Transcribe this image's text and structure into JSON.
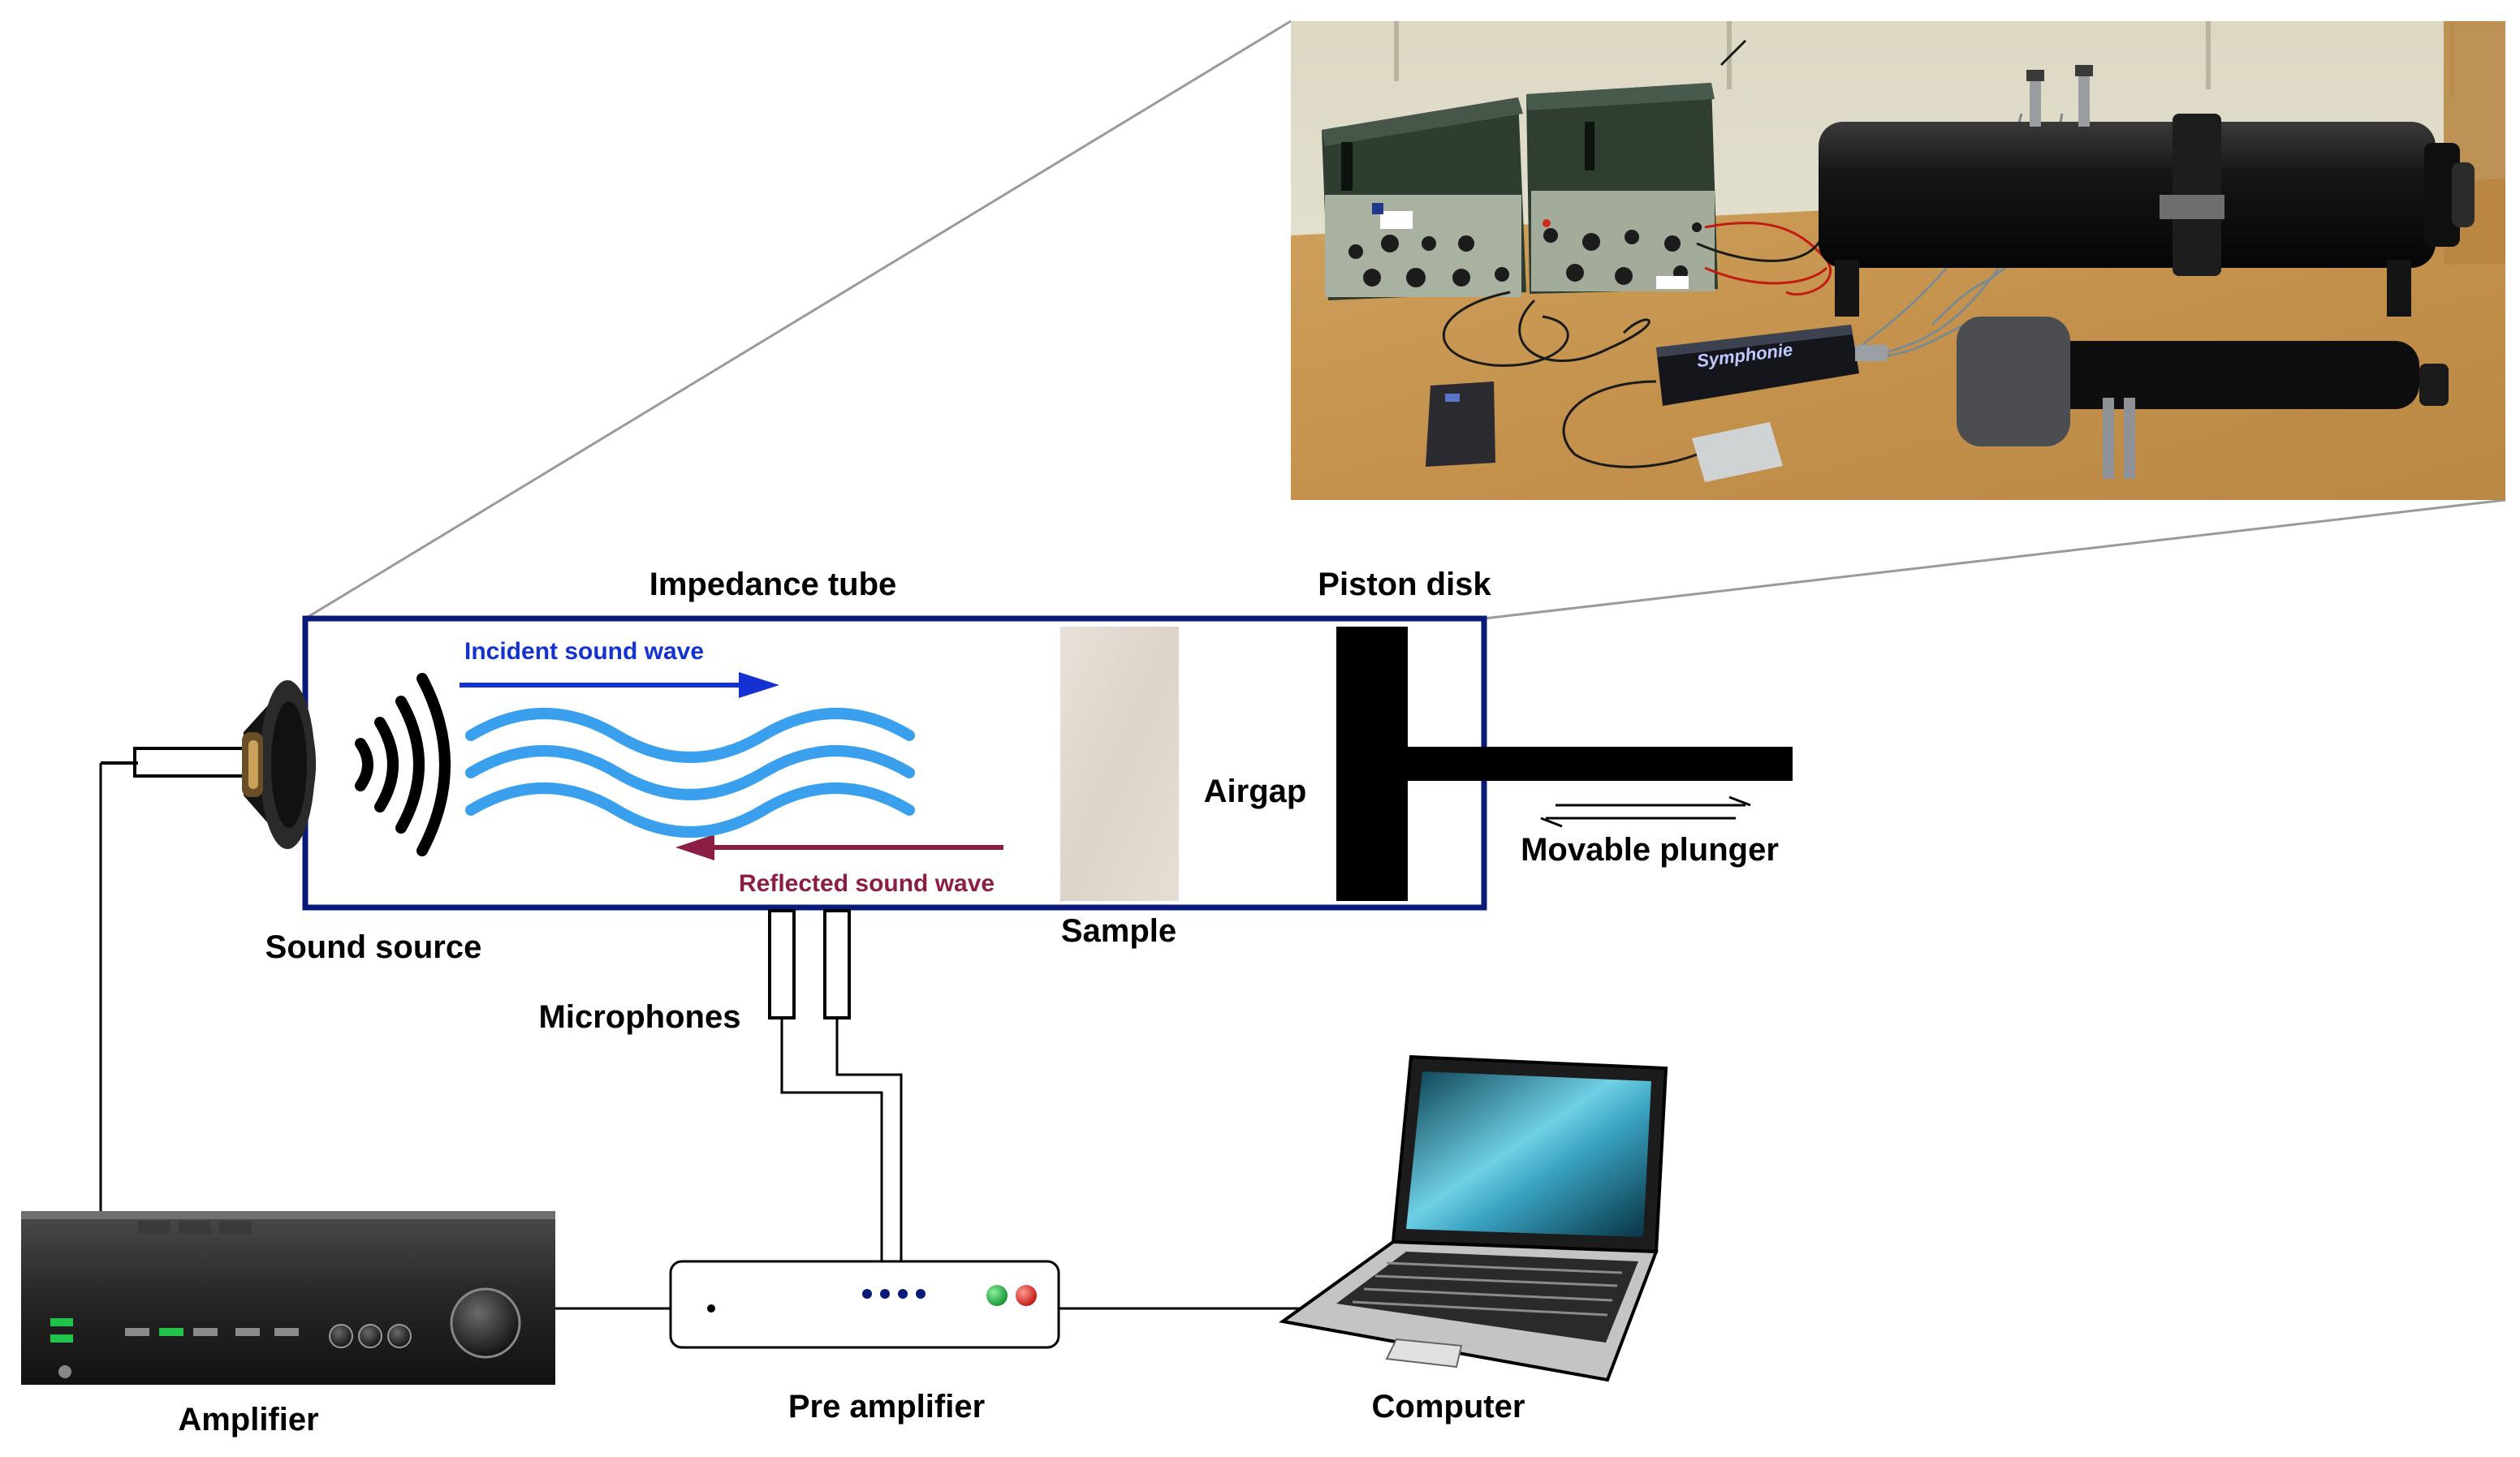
{
  "labels": {
    "impedance_tube": "Impedance tube",
    "piston_disk": "Piston disk",
    "incident_wave": "Incident sound wave",
    "reflected_wave": "Reflected sound wave",
    "airgap": "Airgap",
    "movable_plunger": "Movable plunger",
    "sound_source": "Sound source",
    "sample": "Sample",
    "microphones": "Microphones",
    "amplifier": "Amplifier",
    "pre_amplifier": "Pre amplifier",
    "computer": "Computer"
  },
  "photo": {
    "device_label": "Symphonie"
  },
  "colors": {
    "tube_border": "#0a1a78",
    "incident_arrow": "#1432d2",
    "reflected_arrow": "#8c1e46",
    "wave": "#3aa0ee",
    "table_wood": "#c99a58",
    "wall": "#e3e0cf",
    "led_green": "#1aa83a",
    "led_red": "#d8201e"
  }
}
